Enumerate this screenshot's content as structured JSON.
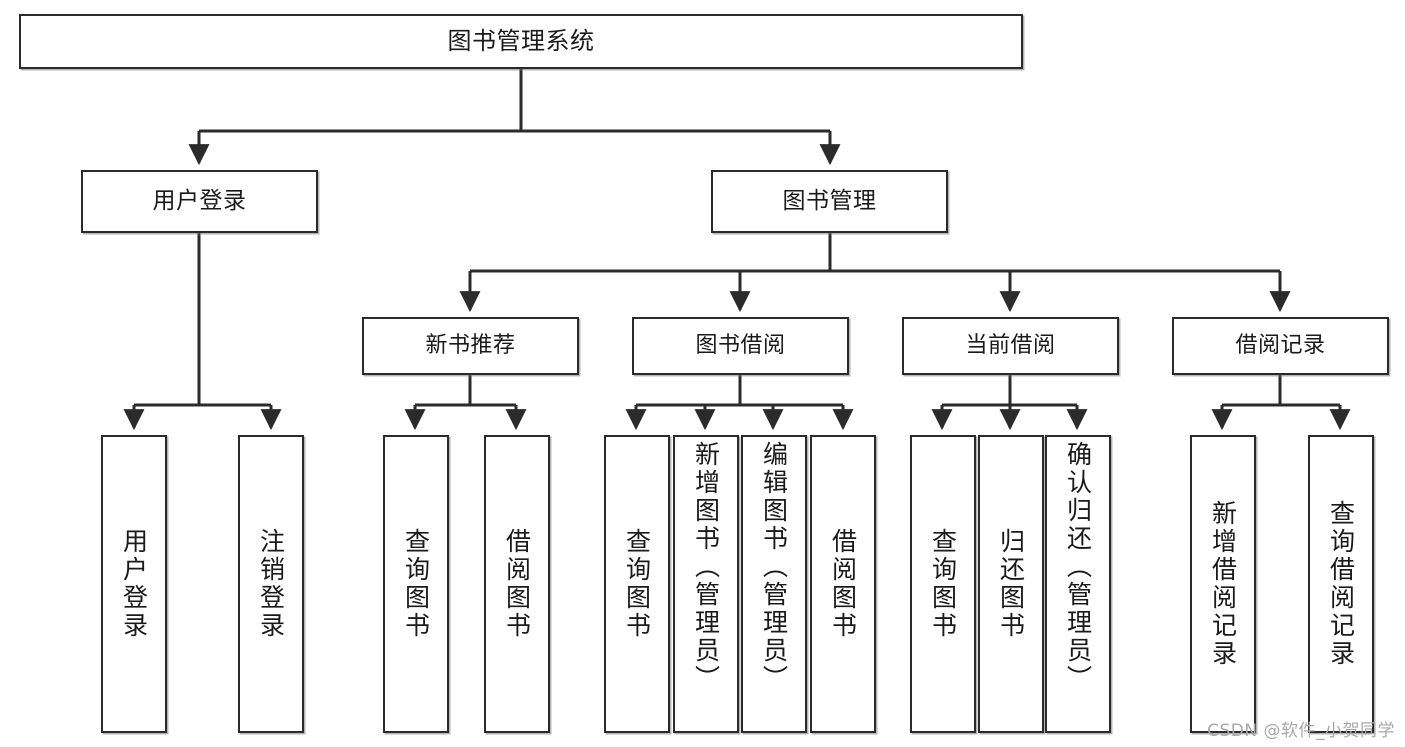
{
  "diagram": {
    "title": "图书管理系统",
    "type": "functional-structure-tree",
    "stroke_color": "#2b2b2b",
    "fill_color": "#ffffff",
    "watermark": "CSDN @软件_小贺同学",
    "root": {
      "id": "root",
      "label": "图书管理系统"
    },
    "level2": [
      {
        "id": "user-login",
        "label": "用户登录"
      },
      {
        "id": "book-management",
        "label": "图书管理"
      }
    ],
    "level3": [
      {
        "id": "new-book-recommend",
        "label": "新书推荐"
      },
      {
        "id": "book-borrow",
        "label": "图书借阅"
      },
      {
        "id": "current-borrow",
        "label": "当前借阅"
      },
      {
        "id": "borrow-record",
        "label": "借阅记录"
      }
    ],
    "leaves": [
      {
        "id": "leaf-user-login",
        "label": "用户登录",
        "parent": "user-login"
      },
      {
        "id": "leaf-user-logout",
        "label": "注销登录",
        "parent": "user-login"
      },
      {
        "id": "leaf-query-book-1",
        "label": "查询图书",
        "parent": "new-book-recommend"
      },
      {
        "id": "leaf-borrow-book-1",
        "label": "借阅图书",
        "parent": "new-book-recommend"
      },
      {
        "id": "leaf-query-book-2",
        "label": "查询图书",
        "parent": "book-borrow"
      },
      {
        "id": "leaf-add-book",
        "label": "新增图书（管理员）",
        "parent": "book-borrow"
      },
      {
        "id": "leaf-edit-book",
        "label": "编辑图书（管理员）",
        "parent": "book-borrow"
      },
      {
        "id": "leaf-borrow-book-2",
        "label": "借阅图书",
        "parent": "book-borrow"
      },
      {
        "id": "leaf-query-book-3",
        "label": "查询图书",
        "parent": "current-borrow"
      },
      {
        "id": "leaf-return-book",
        "label": "归还图书",
        "parent": "current-borrow"
      },
      {
        "id": "leaf-confirm-return",
        "label": "确认归还（管理员）",
        "parent": "current-borrow"
      },
      {
        "id": "leaf-add-record",
        "label": "新增借阅记录",
        "parent": "borrow-record"
      },
      {
        "id": "leaf-query-record",
        "label": "查询借阅记录",
        "parent": "borrow-record"
      }
    ]
  }
}
